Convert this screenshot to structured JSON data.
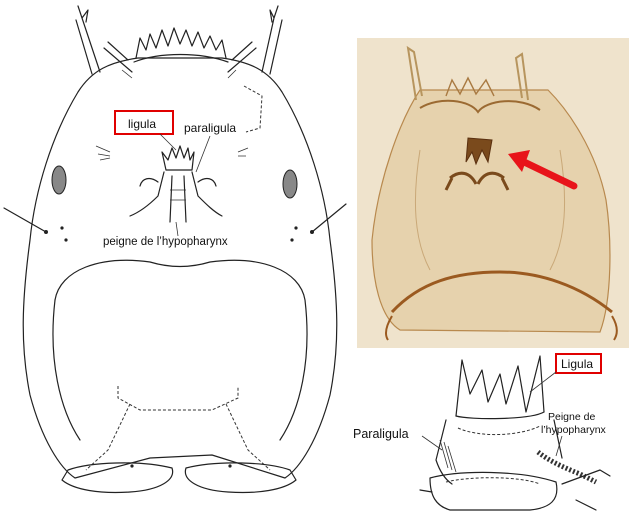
{
  "figure": {
    "left_drawing": {
      "labels": {
        "ligula": "ligula",
        "paraligula": "paraligula",
        "comb": "peigne de l’hypopharynx"
      }
    },
    "photo": {
      "arrow_color": "#e8141a",
      "tint": "#efe3cc"
    },
    "bottom_right_drawing": {
      "labels": {
        "ligula": "Ligula",
        "paraligula": "Paraligula",
        "comb_line1": "Peigne de",
        "comb_line2": "l’hypopharynx"
      }
    },
    "colors": {
      "highlight_box": "#e00000",
      "ink": "#222222"
    }
  }
}
